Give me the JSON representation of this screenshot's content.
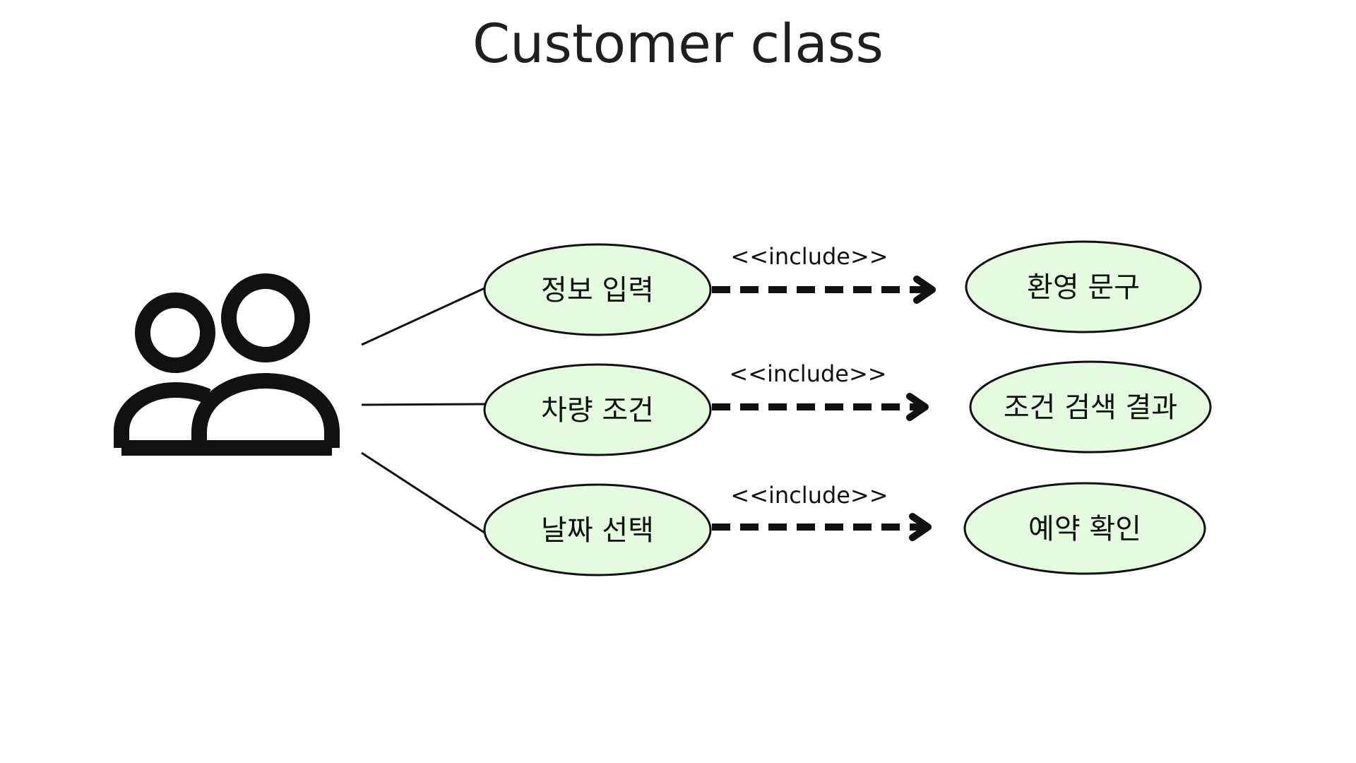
{
  "diagram": {
    "title": "Customer class",
    "actor": {
      "icon": "users-icon"
    },
    "use_cases": [
      {
        "id": "uc1",
        "label": "정보 입력"
      },
      {
        "id": "uc2",
        "label": "차량 조건"
      },
      {
        "id": "uc3",
        "label": "날짜 선택"
      }
    ],
    "included_cases": [
      {
        "id": "inc1",
        "label": "환영 문구"
      },
      {
        "id": "inc2",
        "label": "조건 검색 결과"
      },
      {
        "id": "inc3",
        "label": "예약 확인"
      }
    ],
    "relations": [
      {
        "from": "uc1",
        "to": "inc1",
        "label": "<<include>>"
      },
      {
        "from": "uc2",
        "to": "inc2",
        "label": "<<include>>"
      },
      {
        "from": "uc3",
        "to": "inc3",
        "label": "<<include>>"
      }
    ],
    "colors": {
      "ellipse_fill": "#e5fbe0",
      "stroke": "#111111",
      "title": "#1f1f1f"
    }
  }
}
